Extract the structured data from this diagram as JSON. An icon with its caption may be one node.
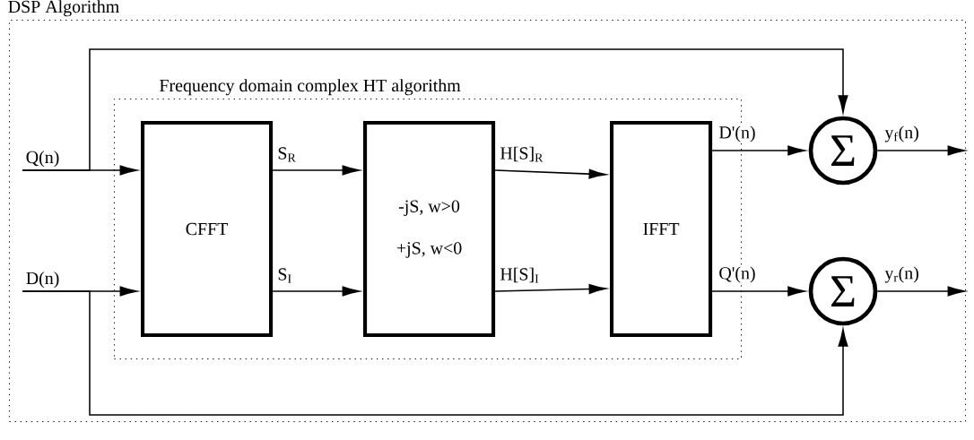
{
  "diagram": {
    "nodes": [
      {
        "text": [
          "DSP Algorithm"
        ]
      },
      {
        "text": [
          "Frequency domain complex HT algorithm"
        ],
        "in": 0
      },
      {
        "text": [
          "CFFT"
        ],
        "in": 1
      },
      {
        "text": [
          "-jS,  w>0",
          "+jS,  w<0"
        ],
        "in": 1
      },
      {
        "text": [
          "IFFT"
        ],
        "in": 1
      },
      {
        "text": [
          "Σ"
        ],
        "in": 0
      },
      {
        "text": [
          "Σ"
        ],
        "in": 0
      },
      {
        "text": [
          "Q(n)"
        ],
        "in": 0
      },
      {
        "text": [
          "D(n)"
        ],
        "in": 0
      }
    ],
    "edges": [
      {
        "from": 7,
        "to": 2,
        "arrow": "to"
      },
      {
        "from": 7,
        "to": 5,
        "arrow": "to"
      },
      {
        "from": 8,
        "to": 2,
        "arrow": "to"
      },
      {
        "from": 8,
        "to": 6,
        "arrow": "to"
      },
      {
        "from": 2,
        "to": 3,
        "arrow": "to",
        "label": "S$_{R}$"
      },
      {
        "from": 2,
        "to": 3,
        "arrow": "to",
        "label": "S$_{I}$"
      },
      {
        "from": 3,
        "to": 4,
        "arrow": "to",
        "label": "H[S]$_{R}$"
      },
      {
        "from": 3,
        "to": 4,
        "arrow": "to",
        "label": "H[S]$_{I}$"
      },
      {
        "from": 4,
        "to": 5,
        "arrow": "to",
        "label": "D'(n)"
      },
      {
        "from": 4,
        "to": 6,
        "arrow": "to",
        "label": "Q'(n)"
      },
      {
        "from": 5,
        "to": null,
        "arrow": "to",
        "label": "y$_{f}$(n)"
      },
      {
        "from": 6,
        "to": null,
        "arrow": "to",
        "label": "y$_{r}$(n)"
      }
    ]
  }
}
